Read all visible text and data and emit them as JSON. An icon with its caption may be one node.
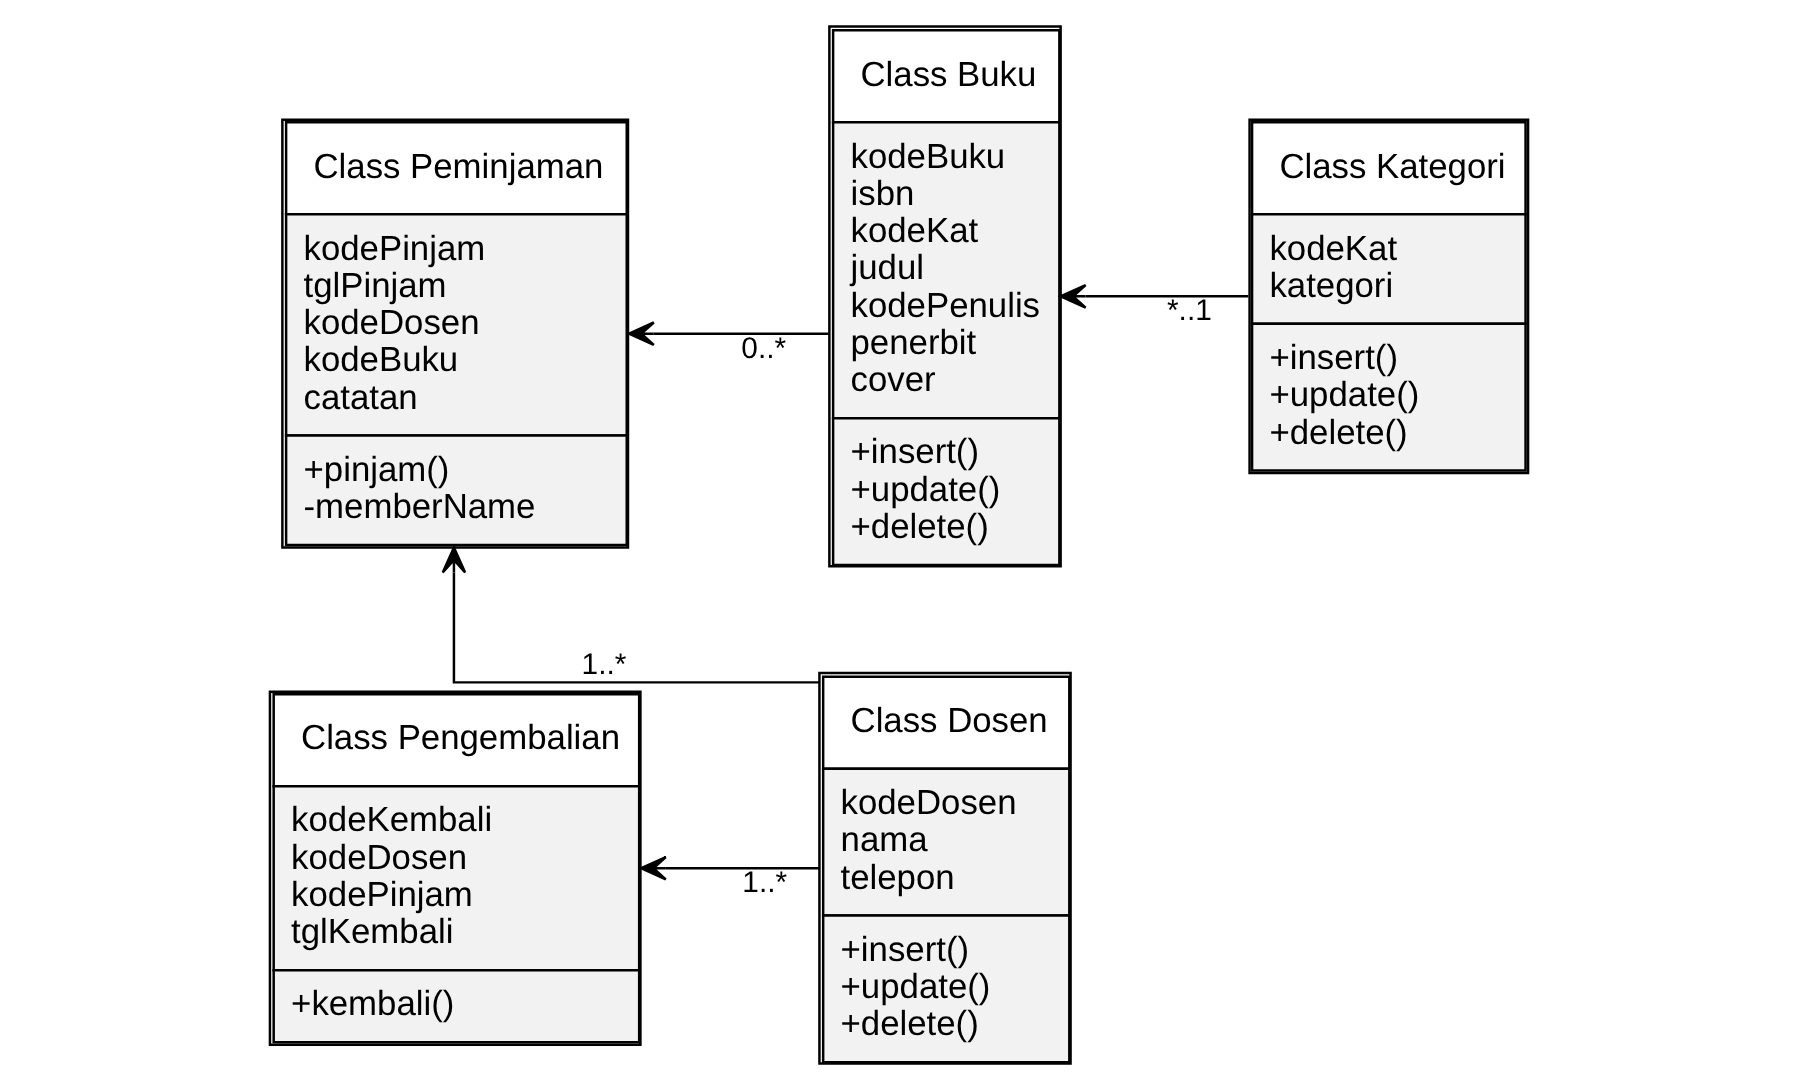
{
  "diagram": {
    "nodes": [
      {
        "text": [
          "Class Peminjaman",
          "kodePinjam tglPinjam kodeDosen kodeBuku catatan",
          "+pinjam() -memberName"
        ]
      },
      {
        "text": [
          "Class Buku",
          "kodeBuku isbn kodeKat judul kodePenulis penerbit cover",
          "+insert() +update() +delete()"
        ]
      },
      {
        "text": [
          "Class Kategori",
          "kodeKat kategori",
          "+insert() +update() +delete()"
        ]
      },
      {
        "text": [
          "Class Dosen",
          "kodeDosen nama telepon",
          "+insert() +update() +delete()"
        ]
      },
      {
        "text": [
          "Class Pengembalian",
          "kodeKembali kodeDosen kodePinjam tglKembali",
          "+kembali()"
        ]
      }
    ],
    "edges": [
      {
        "from": 3,
        "to": 0,
        "arrow": "to",
        "label": "1..*"
      },
      {
        "from": 1,
        "to": 0,
        "arrow": "to",
        "label": "0..*"
      },
      {
        "from": 2,
        "to": 1,
        "arrow": "to",
        "label": "*..1"
      },
      {
        "from": 3,
        "to": 4,
        "arrow": "to",
        "label": "1..*"
      }
    ]
  }
}
